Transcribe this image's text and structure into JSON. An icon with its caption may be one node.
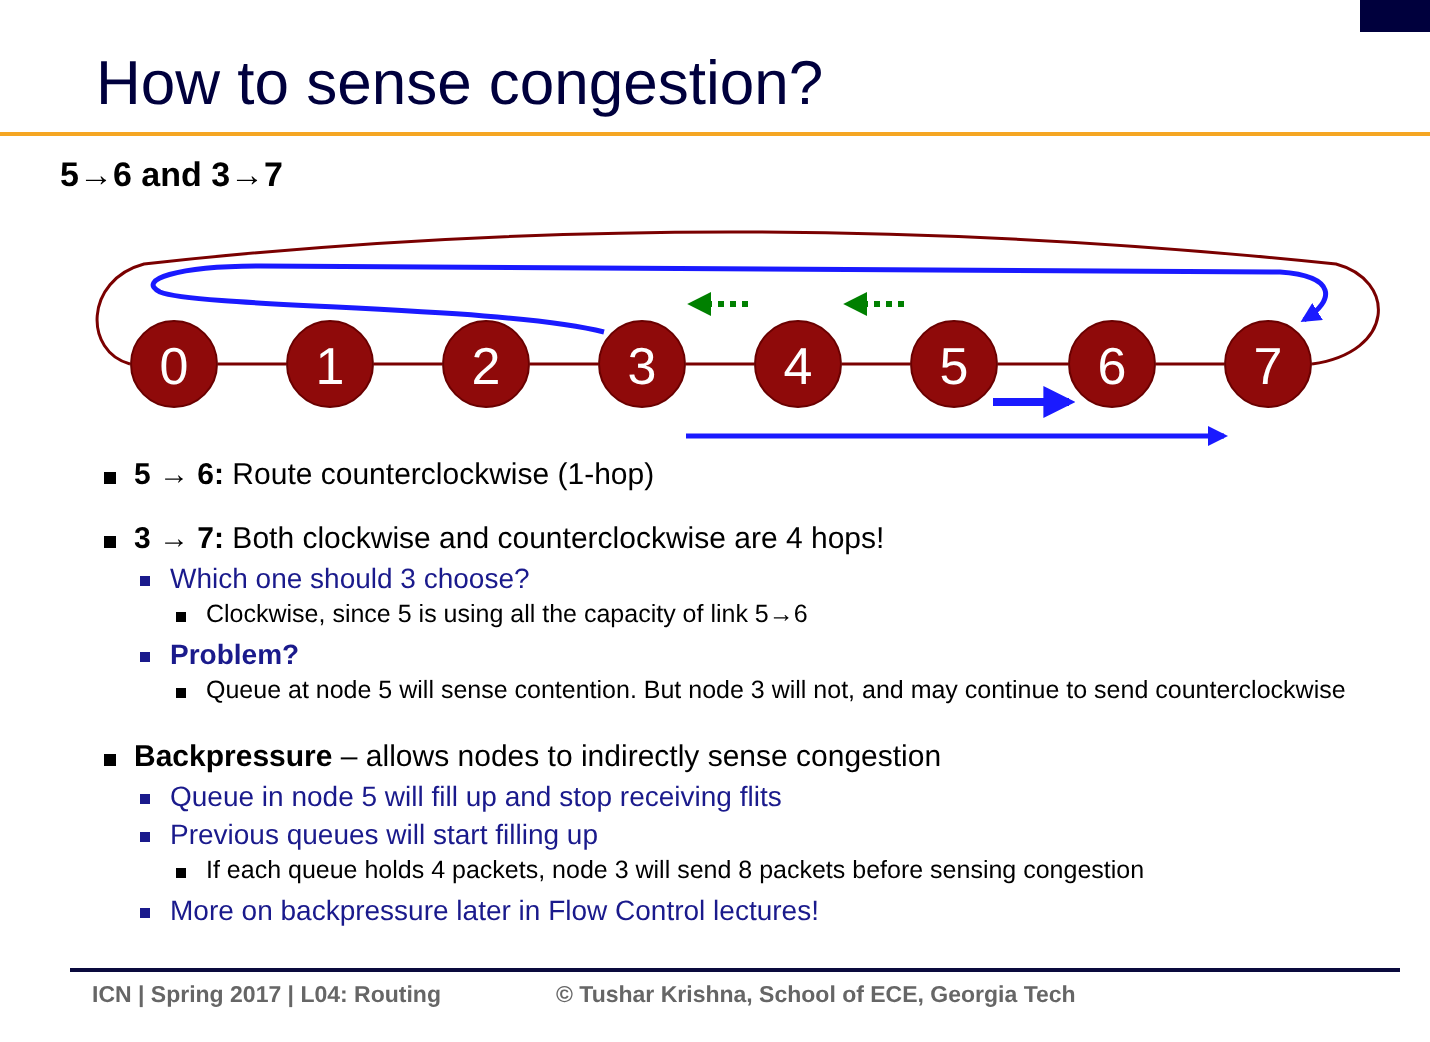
{
  "diagram": {
    "title": "How to sense congestion?",
    "nodes": [
      {
        "text": [
          "0"
        ]
      },
      {
        "text": [
          "1"
        ]
      },
      {
        "text": [
          "2"
        ]
      },
      {
        "text": [
          "3"
        ]
      },
      {
        "text": [
          "4"
        ]
      },
      {
        "text": [
          "5"
        ]
      },
      {
        "text": [
          "6"
        ]
      },
      {
        "text": [
          "7"
        ]
      }
    ],
    "edges": [
      {
        "from": 0,
        "to": 1,
        "arrow": "none"
      },
      {
        "from": 1,
        "to": 2,
        "arrow": "none"
      },
      {
        "from": 2,
        "to": 3,
        "arrow": "none"
      },
      {
        "from": 3,
        "to": 4,
        "arrow": "none"
      },
      {
        "from": 4,
        "to": 5,
        "arrow": "none"
      },
      {
        "from": 5,
        "to": 6,
        "arrow": "none"
      },
      {
        "from": 6,
        "to": 7,
        "arrow": "none"
      },
      {
        "from": 0,
        "to": 7,
        "arrow": "none"
      },
      {
        "from": 3,
        "to": 7,
        "arrow": "to",
        "color": "#1a1aff"
      },
      {
        "from": 4,
        "to": 3,
        "arrow": "to",
        "style": "dashed",
        "color": "#008000"
      },
      {
        "from": 5,
        "to": 4,
        "arrow": "to",
        "style": "dashed",
        "color": "#008000"
      },
      {
        "from": 5,
        "to": 6,
        "arrow": "to",
        "style": "thick",
        "color": "#1a1aff"
      },
      {
        "from": 3,
        "to": 7,
        "arrow": "to",
        "color": "#1a1aff"
      }
    ],
    "labels": [
      "5→6 and 3→7",
      "**5 → 6:** Route counterclockwise (1-hop)",
      "**3 → 7:** Both clockwise and counterclockwise are 4 hops!",
      "Which one should 3 choose?",
      "Clockwise, since 5 is using all the capacity of link 5→6",
      "Problem?",
      "Queue at node 5 will sense contention. But node 3 will not, and may continue to send counterclockwise",
      "**Backpressure** – allows nodes to indirectly sense congestion",
      "Queue in node 5 will fill up and stop receiving flits",
      "Previous queues will start filling up",
      "If each queue holds 4 packets, node 3 will send 8 packets before sensing congestion",
      "More on backpressure later in Flow Control lectures!",
      "ICN | Spring 2017 | L04: Routing",
      "© Tushar Krishna, School of ECE, Georgia Tech"
    ]
  }
}
